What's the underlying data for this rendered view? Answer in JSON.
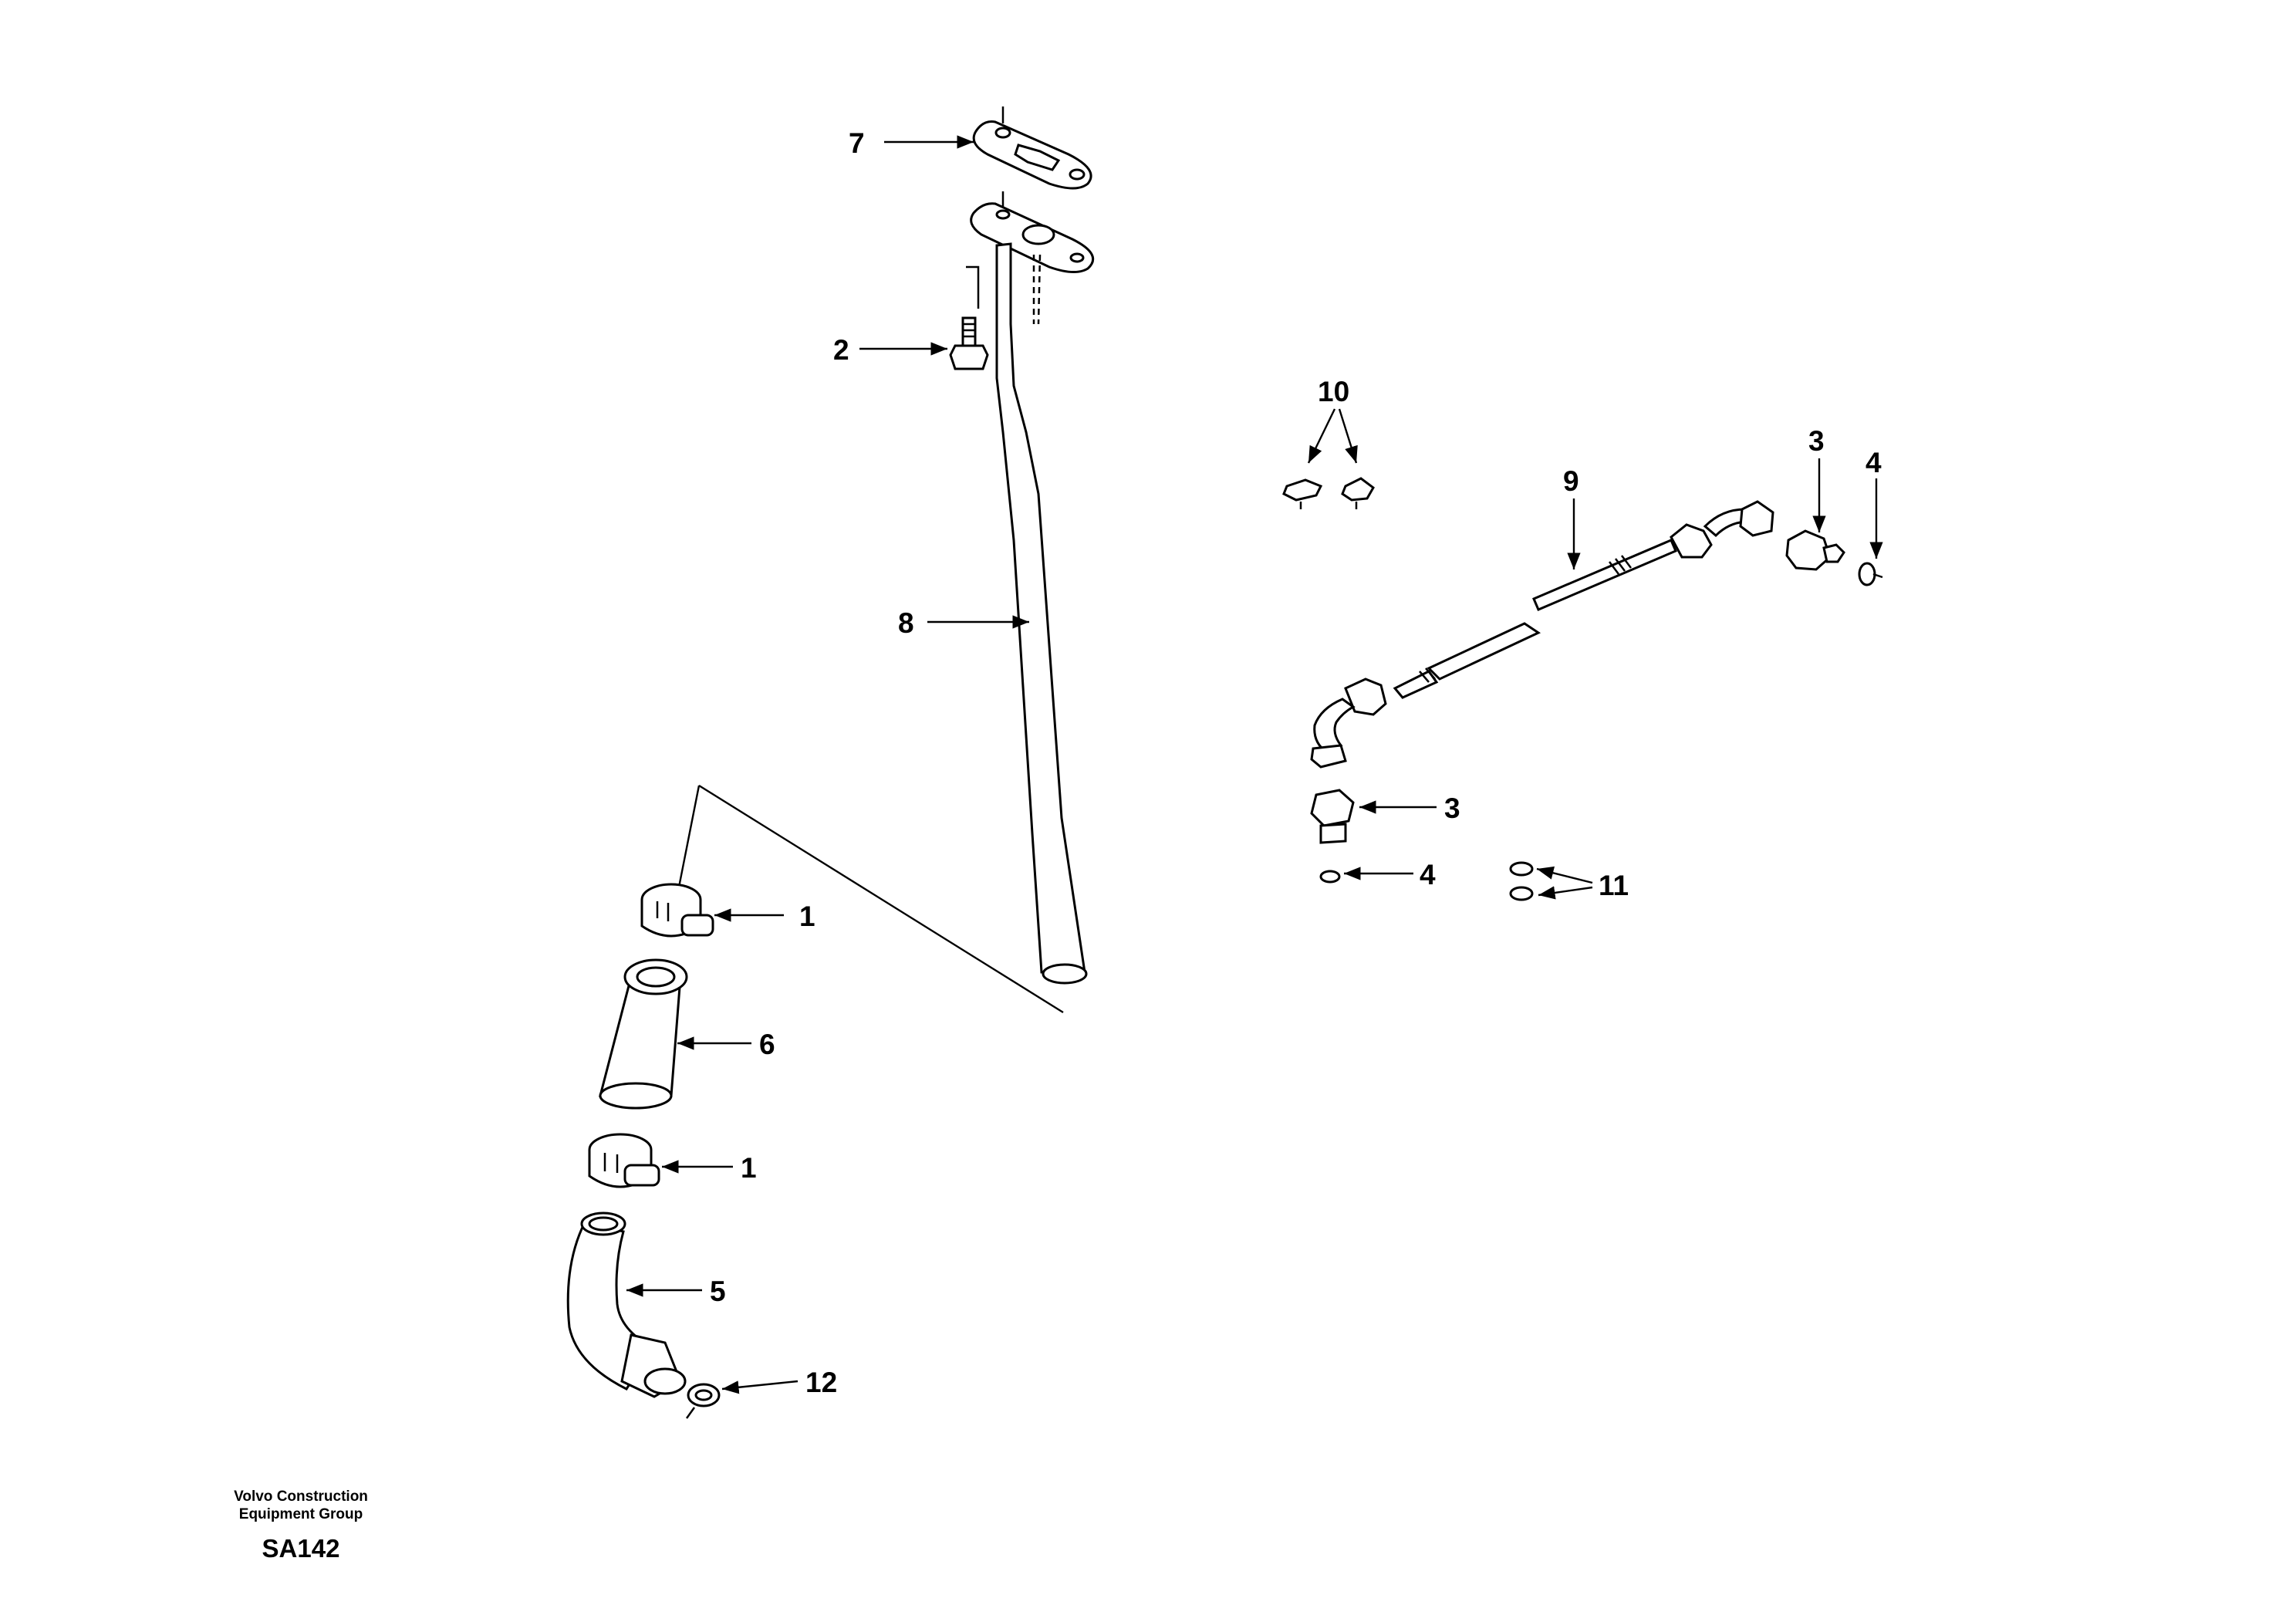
{
  "callouts": [
    {
      "id": "1a",
      "label": "1"
    },
    {
      "id": "1b",
      "label": "1"
    },
    {
      "id": "2",
      "label": "2"
    },
    {
      "id": "3a",
      "label": "3"
    },
    {
      "id": "3b",
      "label": "3"
    },
    {
      "id": "4a",
      "label": "4"
    },
    {
      "id": "4b",
      "label": "4"
    },
    {
      "id": "5",
      "label": "5"
    },
    {
      "id": "6",
      "label": "6"
    },
    {
      "id": "7",
      "label": "7"
    },
    {
      "id": "8",
      "label": "8"
    },
    {
      "id": "9",
      "label": "9"
    },
    {
      "id": "10",
      "label": "10"
    },
    {
      "id": "11",
      "label": "11"
    },
    {
      "id": "12",
      "label": "12"
    }
  ],
  "footer": {
    "line1": "Volvo Construction",
    "line2": "Equipment Group",
    "code": "SA142"
  }
}
